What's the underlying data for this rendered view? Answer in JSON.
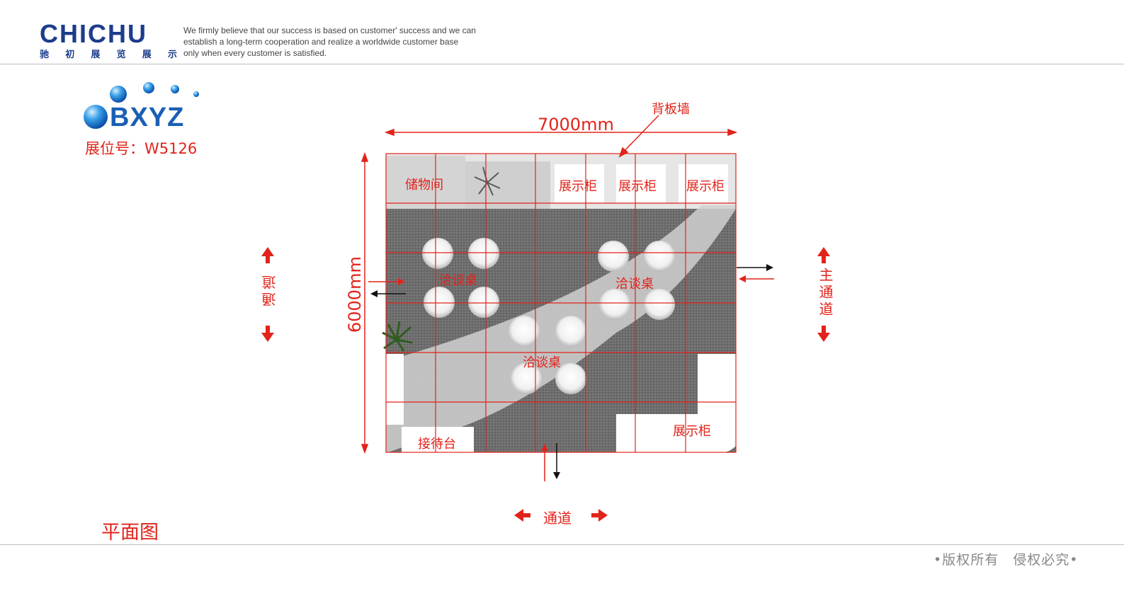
{
  "header": {
    "logo_text": "CHICHU",
    "logo_cn": [
      "驰",
      "初",
      "展",
      "览",
      "展",
      "示"
    ],
    "slogan_lines": [
      "We firmly believe that our success is based on customer' success and we can",
      "establish a long-term cooperation and realize a worldwide customer base",
      "only when every customer is satisfied."
    ]
  },
  "brand": {
    "name": "BXYZ",
    "booth_number": "展位号：W5126"
  },
  "plan": {
    "width_label": "7000mm",
    "depth_label": "6000mm",
    "back_wall": "背板墙",
    "storage": "储物间",
    "display_cabinet": "展示柜",
    "negotiation_table": "洽谈桌",
    "reception": "接待台",
    "aisle_left": "通道",
    "aisle_right": "主通道",
    "aisle_bottom": "通道"
  },
  "footer": {
    "title": "平面图",
    "copyright": "•版权所有　侵权必究•"
  },
  "colors": {
    "accent_red": "#e2231a",
    "brand_blue": "#1c3c8c",
    "floor_gray": "#6e6e6e"
  }
}
